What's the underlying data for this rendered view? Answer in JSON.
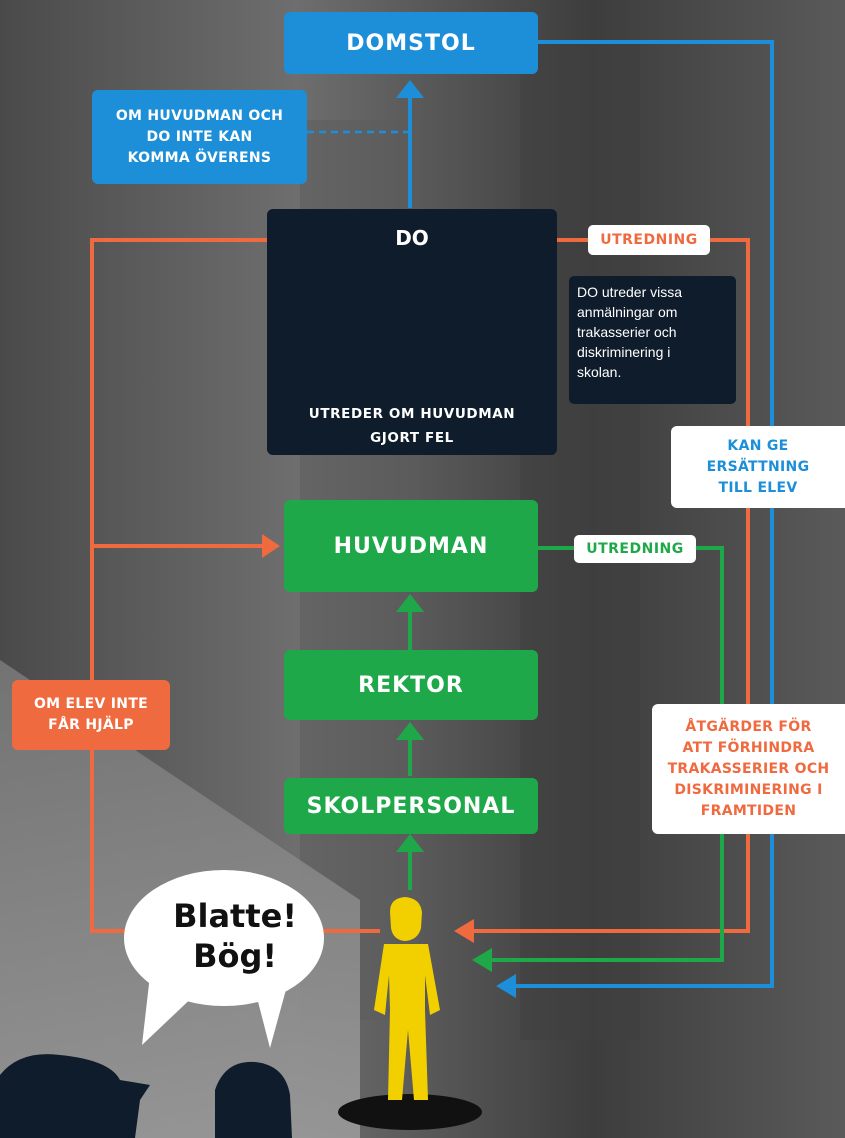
{
  "nodes": {
    "domstol": "DOMSTOL",
    "do": "DO",
    "do_subtitle_line1": "UTREDER OM HUVUDMAN",
    "do_subtitle_line2": "GJORT FEL",
    "huvudman": "HUVUDMAN",
    "rektor": "REKTOR",
    "skolpersonal": "SKOLPERSONAL"
  },
  "labels": {
    "om_huvudman_line1": "OM HUVUDMAN OCH",
    "om_huvudman_line2": "DO INTE KAN",
    "om_huvudman_line3": "KOMMA ÖVERENS",
    "utredning_do": "UTREDNING",
    "utredning_huvudman": "UTREDNING",
    "kan_ge_line1": "KAN GE",
    "kan_ge_line2": "ERSÄTTNING",
    "kan_ge_line3": "TILL ELEV",
    "om_elev_line1": "OM ELEV INTE",
    "om_elev_line2": "FÅR HJÄLP",
    "atgarder_line1": "ÅTGÄRDER FÖR",
    "atgarder_line2": "ATT FÖRHINDRA",
    "atgarder_line3": "TRAKASSERIER OCH",
    "atgarder_line4": "DISKRIMINERING I",
    "atgarder_line5": "FRAMTIDEN"
  },
  "note": {
    "line1": "DO utreder vissa",
    "line2": "anmälningar om",
    "line3": "trakasserier och",
    "line4": "diskriminering i",
    "line5": "skolan."
  },
  "speech": {
    "line1": "Blatte!",
    "line2": "Bög!"
  },
  "colors": {
    "blue": "#1d8fd8",
    "green": "#1fa84a",
    "orange": "#f06a3f",
    "dark": "#0f1c2b",
    "student": "#f2d000"
  }
}
